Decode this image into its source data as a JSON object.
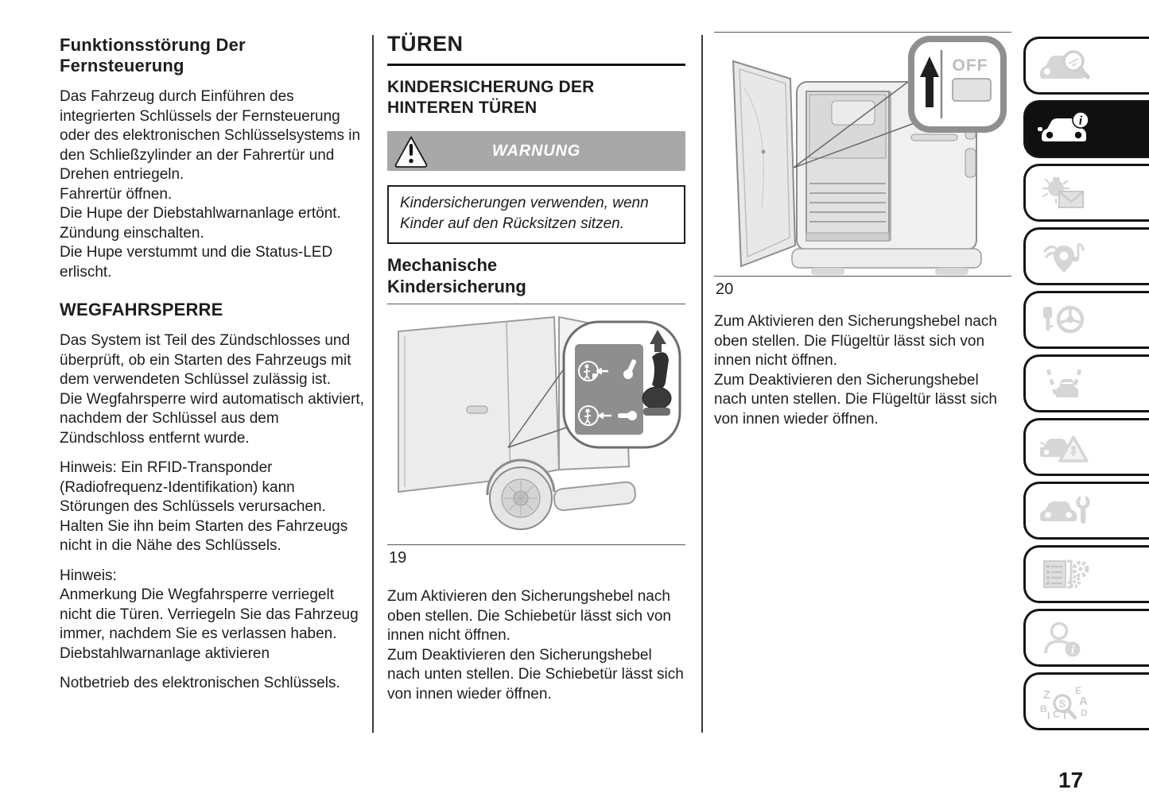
{
  "page": {
    "number": "17"
  },
  "left_column": {
    "section1": {
      "title": "Funktionsstörung Der Fernsteuerung",
      "lines": [
        "Das Fahrzeug durch Einführen des integrierten Schlüssels der Fernsteuerung oder des elektronischen Schlüsselsystems in den Schließzylinder an der Fahrertür und Drehen entriegeln.",
        "Fahrertür öffnen.",
        "Die Hupe der Diebstahlwarnanlage ertönt.",
        "Zündung einschalten.",
        "Die Hupe verstummt und die Status-LED erlischt."
      ]
    },
    "section2": {
      "title": "WEGFAHRSPERRE",
      "para1": "Das System ist Teil des Zündschlosses und überprüft, ob ein Starten des Fahrzeugs mit dem verwendeten Schlüssel zulässig ist.",
      "para2": "Die Wegfahrsperre wird automatisch aktiviert, nachdem der Schlüssel aus dem Zündschloss entfernt wurde.",
      "note1": "Hinweis: Ein RFID-Transponder (Radiofrequenz-Identifikation) kann Störungen des Schlüssels verursachen. Halten Sie ihn beim Starten des Fahrzeugs nicht in die Nähe des Schlüssels.",
      "note2_label": "Hinweis:",
      "note2_line1": "Anmerkung Die Wegfahrsperre verriegelt nicht die Türen. Verriegeln Sie das Fahrzeug immer, nachdem Sie es verlassen haben.",
      "note2_line2": "Diebstahlwarnanlage aktivieren",
      "para3": "Notbetrieb des elektronischen Schlüssels."
    }
  },
  "middle_column": {
    "chapter_title": "TÜREN",
    "section_title": "KINDERSICHERUNG DER HINTEREN TÜREN",
    "warning_label": "WARNUNG",
    "warning_text": "Kindersicherungen verwenden, wenn Kinder auf den Rücksitzen sitzen.",
    "subsection_title": "Mechanische Kindersicherung",
    "figure_caption": "19",
    "body_line1": "Zum Aktivieren den Sicherungshebel nach oben stellen. Die Schiebetür lässt sich von innen nicht öffnen.",
    "body_line2": "Zum Deaktivieren den Sicherungshebel nach unten stellen. Die Schiebetür lässt sich von innen wieder öffnen."
  },
  "right_column": {
    "figure_caption": "20",
    "figure_inset_label": "OFF",
    "body_line1": "Zum Aktivieren den Sicherungshebel nach oben stellen. Die Flügeltür lässt sich von innen nicht öffnen.",
    "body_line2": "Zum Deaktivieren den Sicherungshebel nach unten stellen. Die Flügeltür lässt sich von innen wieder öffnen."
  },
  "sidebar": {
    "info_glyph": "i",
    "index_letters": [
      "Z",
      "E",
      "B",
      "A",
      "D",
      "I",
      "C",
      "T",
      "S"
    ],
    "tabs": [
      {
        "icon": "car-magnifier-icon",
        "active": false
      },
      {
        "icon": "car-info-icon",
        "active": true
      },
      {
        "icon": "warning-light-message-icon",
        "active": false
      },
      {
        "icon": "navigation-audio-icon",
        "active": false
      },
      {
        "icon": "key-steering-wheel-icon",
        "active": false
      },
      {
        "icon": "car-lane-driving-icon",
        "active": false
      },
      {
        "icon": "emergency-triangle-icon",
        "active": false
      },
      {
        "icon": "car-wrench-service-icon",
        "active": false
      },
      {
        "icon": "technical-data-icon",
        "active": false
      },
      {
        "icon": "customer-info-icon",
        "active": false
      },
      {
        "icon": "alphabetical-index-icon",
        "active": false
      }
    ]
  },
  "colors": {
    "text": "#1d1d1b",
    "warning_banner_bg": "#a8a8a8",
    "active_tab_bg": "#101010",
    "inactive_icon": "#d6d6d6"
  }
}
